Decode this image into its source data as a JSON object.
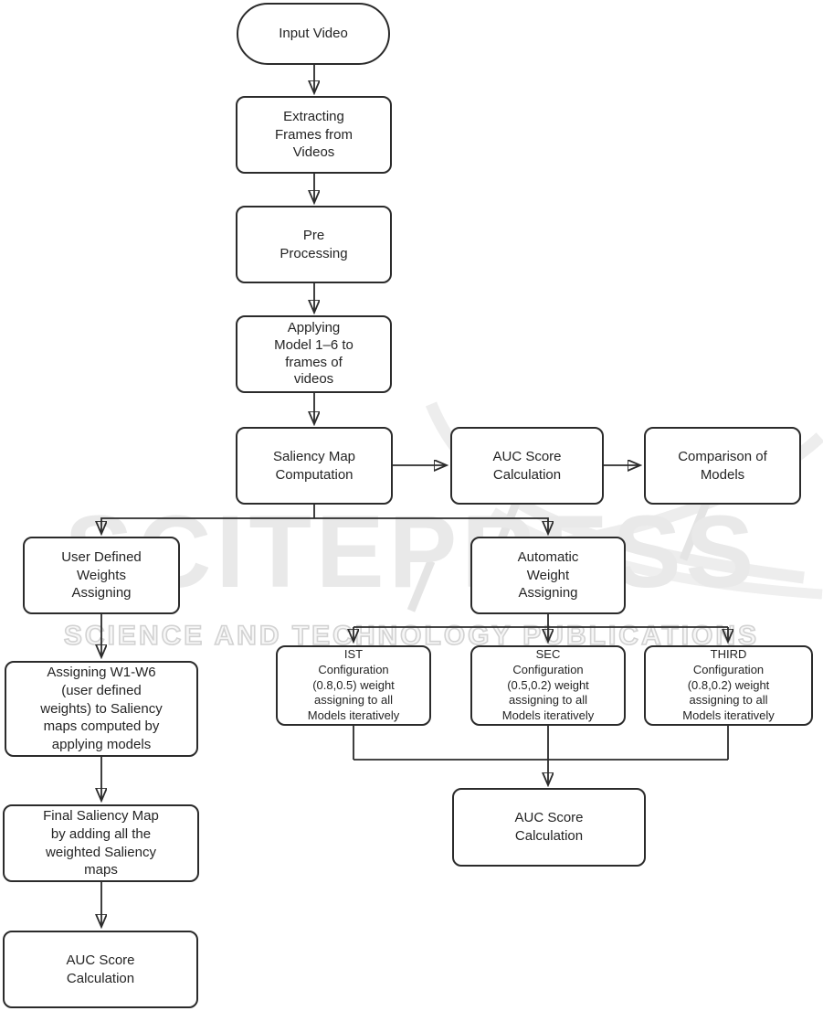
{
  "watermark": {
    "brand": "SCITEPRESS",
    "tagline": "SCIENCE AND TECHNOLOGY PUBLICATIONS"
  },
  "nodes": [
    {
      "id": "input-video",
      "shape": "stadium",
      "label": "Input Video"
    },
    {
      "id": "extracting-frames",
      "shape": "rect",
      "label": "Extracting\nFrames from\nVideos"
    },
    {
      "id": "pre-processing",
      "shape": "rect",
      "label": "Pre\nProcessing"
    },
    {
      "id": "applying-models",
      "shape": "rect",
      "label": "Applying\nModel 1–6 to\nframes of\nvideos"
    },
    {
      "id": "saliency-map-computation",
      "shape": "rect",
      "label": "Saliency Map\nComputation"
    },
    {
      "id": "auc-score-mid",
      "shape": "rect",
      "label": "AUC Score\nCalculation"
    },
    {
      "id": "comparison-of-models",
      "shape": "rect",
      "label": "Comparison of\nModels"
    },
    {
      "id": "user-defined-weights",
      "shape": "rect",
      "label": "User Defined\nWeights\nAssigning"
    },
    {
      "id": "automatic-weight",
      "shape": "rect",
      "label": "Automatic\nWeight\nAssigning"
    },
    {
      "id": "first-configuration",
      "shape": "rect",
      "label": "IST\nConfiguration\n(0.8,0.5) weight\nassigning to all\nModels iteratively"
    },
    {
      "id": "second-configuration",
      "shape": "rect",
      "label": "SEC\nConfiguration\n(0.5,0.2) weight\nassigning to all\nModels iteratively"
    },
    {
      "id": "third-configuration",
      "shape": "rect",
      "label": "THIRD\nConfiguration\n(0.8,0.2) weight\nassigning to all\nModels iteratively"
    },
    {
      "id": "assigning-w1-w6",
      "shape": "rect",
      "label": "Assigning W1-W6\n(user defined\nweights) to Saliency\nmaps computed by\napplying models"
    },
    {
      "id": "final-saliency-map",
      "shape": "rect",
      "label": "Final Saliency Map\nby adding all the\nweighted Saliency\nmaps"
    },
    {
      "id": "auc-score-left",
      "shape": "rect",
      "label": "AUC Score\nCalculation"
    },
    {
      "id": "auc-score-right",
      "shape": "rect",
      "label": "AUC Score\nCalculation"
    }
  ],
  "edges": [
    {
      "from": "input-video",
      "to": "extracting-frames"
    },
    {
      "from": "extracting-frames",
      "to": "pre-processing"
    },
    {
      "from": "pre-processing",
      "to": "applying-models"
    },
    {
      "from": "applying-models",
      "to": "saliency-map-computation"
    },
    {
      "from": "saliency-map-computation",
      "to": "auc-score-mid"
    },
    {
      "from": "auc-score-mid",
      "to": "comparison-of-models"
    },
    {
      "from": "saliency-map-computation",
      "to": "user-defined-weights"
    },
    {
      "from": "saliency-map-computation",
      "to": "automatic-weight"
    },
    {
      "from": "user-defined-weights",
      "to": "assigning-w1-w6"
    },
    {
      "from": "assigning-w1-w6",
      "to": "final-saliency-map"
    },
    {
      "from": "final-saliency-map",
      "to": "auc-score-left"
    },
    {
      "from": "automatic-weight",
      "to": "first-configuration"
    },
    {
      "from": "automatic-weight",
      "to": "second-configuration"
    },
    {
      "from": "automatic-weight",
      "to": "third-configuration"
    },
    {
      "from": "first-configuration",
      "to": "auc-score-right"
    },
    {
      "from": "second-configuration",
      "to": "auc-score-right"
    },
    {
      "from": "third-configuration",
      "to": "auc-score-right"
    }
  ],
  "colors": {
    "background": "#ffffff",
    "box_fill": "#ffffff",
    "box_border": "#2b2b2b",
    "line": "#2b2b2b",
    "text": "#242424",
    "watermark_fill": "#e9e9e9",
    "watermark_outline": "#d2d2d2"
  }
}
